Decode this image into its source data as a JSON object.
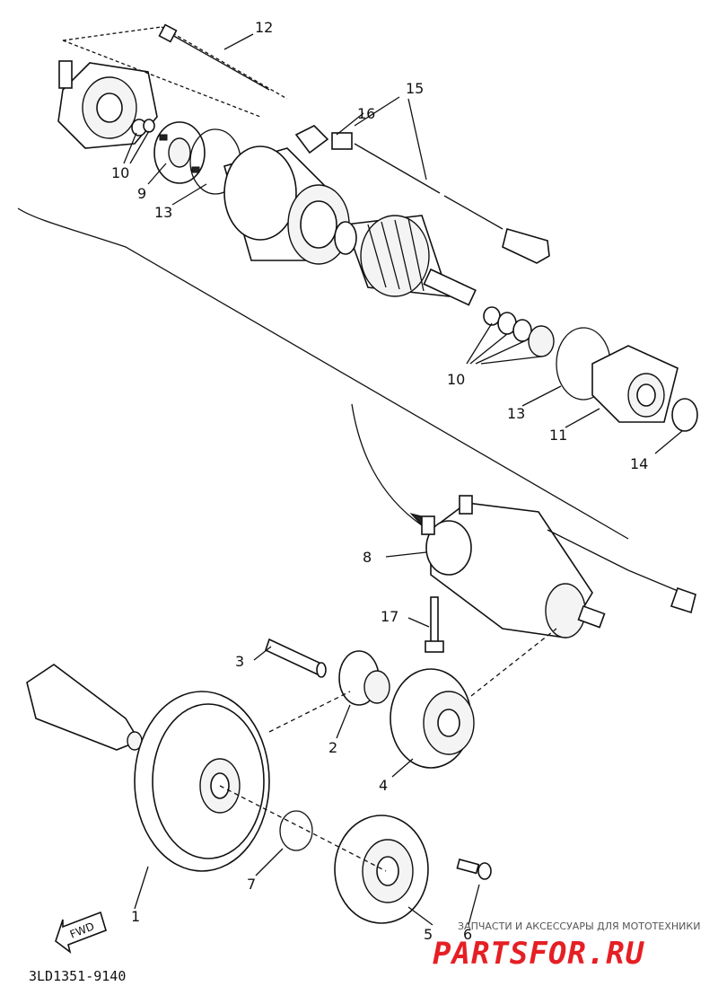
{
  "diagram": {
    "diagram_code": "3LD1351-9140",
    "fwd_label": "FWD",
    "callouts": [
      {
        "id": "c12",
        "text": "12"
      },
      {
        "id": "c15",
        "text": "15"
      },
      {
        "id": "c16",
        "text": "16"
      },
      {
        "id": "c10a",
        "text": "10"
      },
      {
        "id": "c9",
        "text": "9"
      },
      {
        "id": "c13a",
        "text": "13"
      },
      {
        "id": "c10b",
        "text": "10"
      },
      {
        "id": "c13b",
        "text": "13"
      },
      {
        "id": "c11",
        "text": "11"
      },
      {
        "id": "c14",
        "text": "14"
      },
      {
        "id": "c8",
        "text": "8"
      },
      {
        "id": "c17",
        "text": "17"
      },
      {
        "id": "c3",
        "text": "3"
      },
      {
        "id": "c2",
        "text": "2"
      },
      {
        "id": "c4",
        "text": "4"
      },
      {
        "id": "c1",
        "text": "1"
      },
      {
        "id": "c7",
        "text": "7"
      },
      {
        "id": "c5",
        "text": "5"
      },
      {
        "id": "c6",
        "text": "6"
      }
    ]
  },
  "watermark": {
    "caption": "ЗАПЧАСТИ И АКСЕССУАРЫ ДЛЯ МОТОТЕХНИКИ",
    "logo": "PARTSFOR.RU",
    "logo_color": "#e51f24"
  }
}
